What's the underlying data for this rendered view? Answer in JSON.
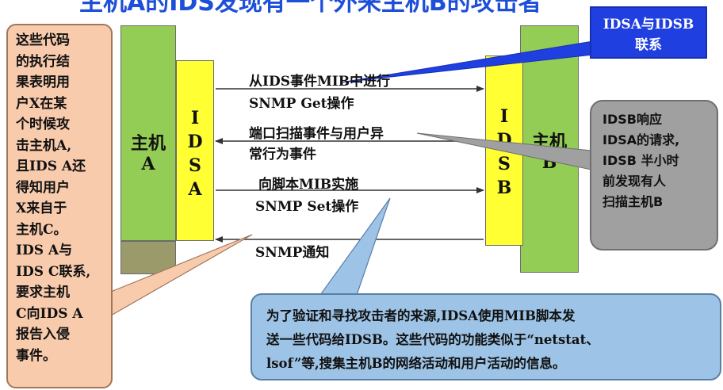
{
  "title_partial": "主机A的IDS发现有一个外来主机B的攻击者",
  "host_a": {
    "label": "主机",
    "letter": "A"
  },
  "host_b": {
    "label": "主机",
    "letter": "B"
  },
  "idsa": {
    "letters": [
      "I",
      "D",
      "S",
      "A"
    ]
  },
  "idsb": {
    "letters": [
      "I",
      "D",
      "S",
      "B"
    ]
  },
  "messages": {
    "m1_line1": "从IDS事件MIB中进行",
    "m1_line2": "SNMP Get操作",
    "m2_line1": "端口扫描事件与用户异",
    "m2_line2": "常行为事件",
    "m3_line1": "向脚本MIB实施",
    "m3_line2": "SNMP Set操作",
    "m4": "SNMP通知"
  },
  "callouts": {
    "left_lines": [
      "这些代码",
      "的执行结",
      "果表明用",
      "户X在某",
      "个时候攻",
      "击主机A,",
      "且IDS A还",
      "得知用户",
      "X来自于",
      "主机C。",
      "IDS A与",
      "IDS C联系,",
      "要求主机",
      "C向IDS A",
      "报告入侵",
      "事件。"
    ],
    "blue_line1": "IDSA与IDSB",
    "blue_line2": "联系",
    "gray_lines": [
      "IDSB响应",
      "IDSA的请求,",
      "IDSB 半小时",
      "前发现有人",
      "扫描主机B"
    ],
    "bottom_line1": "为了验证和寻找攻击者的来源,IDSA使用MIB脚本发",
    "bottom_line2": "送一些代码给IDSB。这些代码的功能类似于“netstat、",
    "bottom_line3": "lsof”等,搜集主机B的网络活动和用户活动的信息。"
  },
  "colors": {
    "host_green": "#93cd55",
    "ids_yellow": "#ffff33",
    "left_callout": "#f8cbad",
    "blue_callout": "#1f3fe0",
    "gray_callout": "#a0a0a0",
    "bottom_callout": "#9dc3e6",
    "title_blue": "#1d4fd8"
  }
}
